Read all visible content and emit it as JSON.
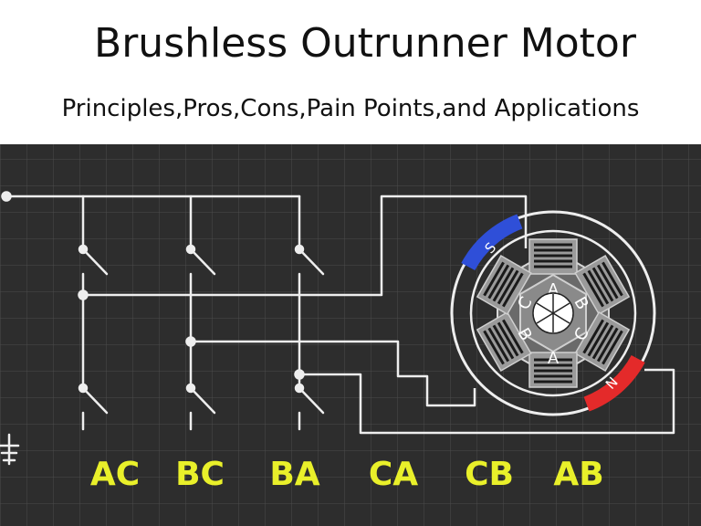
{
  "title": "Brushless Outrunner Motor",
  "subtitle": "Principles,Pros,Cons,Pain Points,and Applications",
  "colors": {
    "background": "#2d2d2d",
    "grid": "#4b4b4b",
    "wire": "#eeeeee",
    "label": "#e9f02a",
    "pole_south": "#2f4fd8",
    "pole_north": "#e42a2a",
    "stator": "#7b7b7b"
  },
  "stator": {
    "pole_labels": [
      "A",
      "B",
      "C",
      "A",
      "B",
      "C"
    ]
  },
  "magnets": {
    "south": "S",
    "north": "N"
  },
  "phase_steps": [
    "AC",
    "BC",
    "BA",
    "CA",
    "CB",
    "AB"
  ]
}
